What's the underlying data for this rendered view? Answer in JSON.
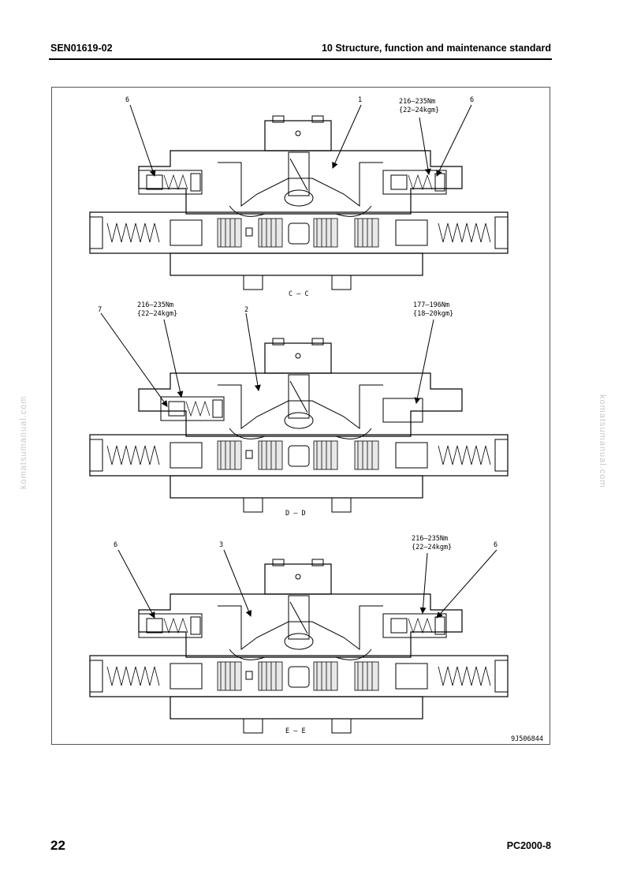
{
  "header": {
    "doc_code": "SEN01619-02",
    "section_title": "10 Structure, function and maintenance standard"
  },
  "watermark": "komatsumanual.com",
  "figure": {
    "code": "9J506844",
    "sections": [
      {
        "label": "C – C",
        "callouts": {
          "left": "6",
          "center": "1",
          "right": "6"
        },
        "torque": {
          "value": "216–235Nm",
          "alt": "{22–24kgm}"
        }
      },
      {
        "label": "D – D",
        "callouts": {
          "left": "7",
          "center": "2"
        },
        "torque_left": {
          "value": "216–235Nm",
          "alt": "{22–24kgm}"
        },
        "torque_right": {
          "value": "177–196Nm",
          "alt": "{18–20kgm}"
        }
      },
      {
        "label": "E – E",
        "callouts": {
          "left": "6",
          "center": "3",
          "right": "6"
        },
        "torque": {
          "value": "216–235Nm",
          "alt": "{22–24kgm}"
        }
      }
    ]
  },
  "footer": {
    "page_number": "22",
    "model": "PC2000-8"
  }
}
